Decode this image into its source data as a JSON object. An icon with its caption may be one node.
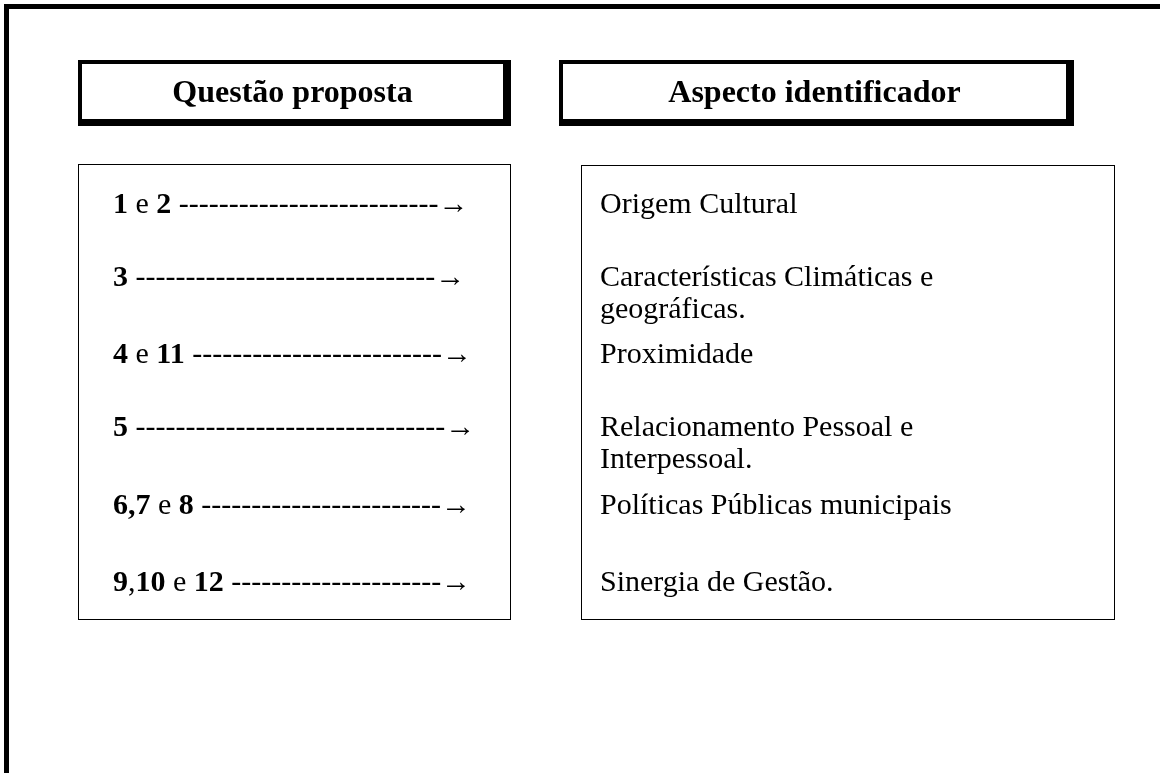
{
  "diagram": {
    "nodes": [
      {
        "text": [],
        "shape": "box"
      },
      {
        "text": [
          "Questão proposta"
        ],
        "in": 0
      },
      {
        "text": [
          "Aspecto identificador"
        ],
        "in": 0
      },
      {
        "text": [
          "**1** e **2** --------------------------→",
          "**3** ------------------------------→",
          "**4** e **11** -------------------------→",
          "**5** -------------------------------→",
          "**6,7** e **8** ------------------------→",
          "**9**,**10** e **12** ---------------------→"
        ],
        "in": 0
      },
      {
        "text": [
          "Origem Cultural",
          "Características Climáticas e geográficas.",
          "Proximidade",
          "Relacionamento Pessoal e Interpessoal.",
          "Políticas Públicas municipais",
          "Sinergia de Gestão."
        ],
        "in": 0
      }
    ]
  }
}
